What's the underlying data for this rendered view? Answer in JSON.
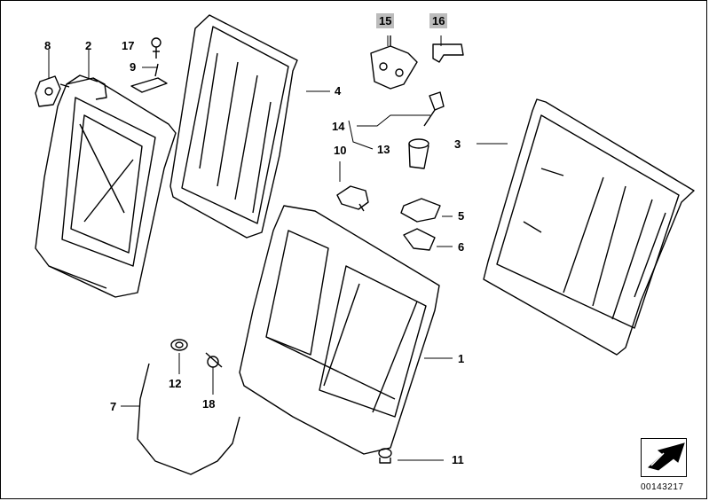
{
  "labels": {
    "p1": "1",
    "p2": "2",
    "p3": "3",
    "p4": "4",
    "p5": "5",
    "p6": "6",
    "p7": "7",
    "p8": "8",
    "p9": "9",
    "p10": "10",
    "p11": "11",
    "p12": "12",
    "p13": "13",
    "p14": "14",
    "p15": "15",
    "p16": "16",
    "p17": "17",
    "p18": "18"
  },
  "doc_number": "00143217",
  "colors": {
    "line": "#000000",
    "highlight_box": "#bcbcbc",
    "background": "#ffffff"
  },
  "icons": {
    "logo": "arrow-logo-icon"
  }
}
